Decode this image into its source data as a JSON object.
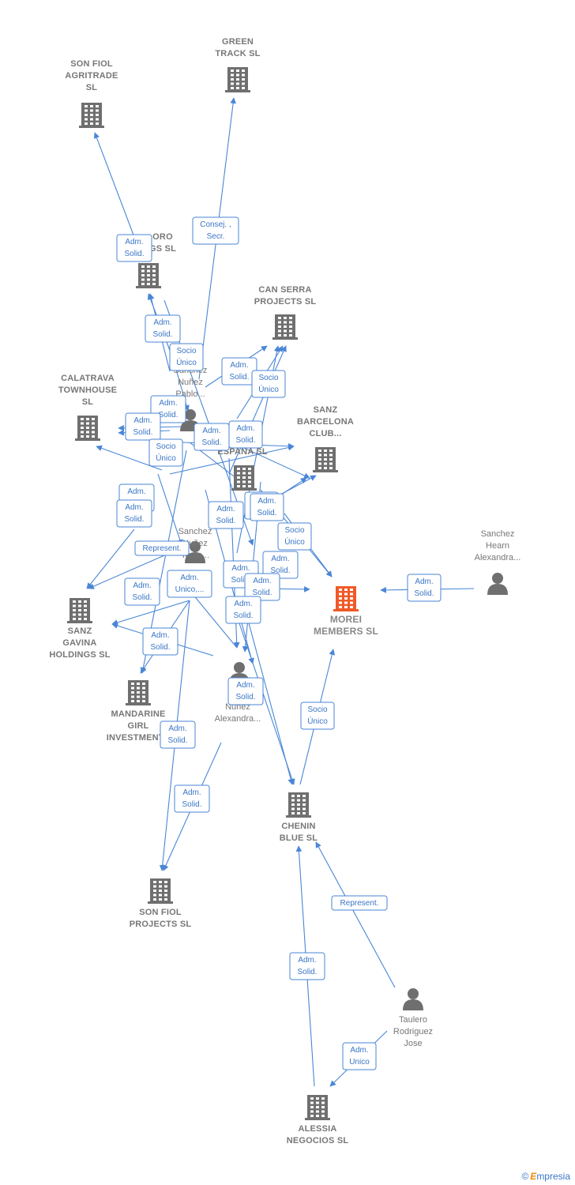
{
  "nodes": [
    {
      "id": "son_fiol_agritrade",
      "type": "company",
      "lines": [
        "SON FIOL",
        "AGRITRADE",
        "SL"
      ]
    },
    {
      "id": "green_track",
      "type": "company",
      "lines": [
        "GREEN",
        "TRACK SL"
      ]
    },
    {
      "id": "hidden_holdings",
      "type": "company",
      "lines": [
        "ORO",
        "GS SL"
      ]
    },
    {
      "id": "can_serra",
      "type": "company",
      "lines": [
        "CAN SERRA",
        "PROJECTS SL"
      ]
    },
    {
      "id": "calatrava",
      "type": "company",
      "lines": [
        "CALATRAVA",
        "TOWNHOUSE",
        "SL"
      ]
    },
    {
      "id": "sanz_barcelona",
      "type": "company",
      "lines": [
        "SANZ",
        "BARCELONA",
        "CLUB..."
      ]
    },
    {
      "id": "espana",
      "type": "company",
      "lines": [
        "ESPAÑA SL"
      ]
    },
    {
      "id": "morei",
      "type": "main",
      "lines": [
        "MOREI",
        "MEMBERS SL"
      ]
    },
    {
      "id": "sanz_gavina",
      "type": "company",
      "lines": [
        "SANZ",
        "GAVINA",
        "HOLDINGS SL"
      ]
    },
    {
      "id": "mandarine",
      "type": "company",
      "lines": [
        "MANDARINE",
        "GIRL",
        "INVESTMENTS"
      ]
    },
    {
      "id": "chenin",
      "type": "company",
      "lines": [
        "CHENIN",
        "BLUE SL"
      ]
    },
    {
      "id": "son_fiol_projects",
      "type": "company",
      "lines": [
        "SON FIOL",
        "PROJECTS SL"
      ]
    },
    {
      "id": "alessia",
      "type": "company",
      "lines": [
        "ALESSIA",
        "NEGOCIOS SL"
      ]
    },
    {
      "id": "p_pablo",
      "type": "person",
      "lines": [
        "Sanchez",
        "Nuñez",
        "Pablo..."
      ]
    },
    {
      "id": "p_terco",
      "type": "person",
      "lines": [
        "Sanchez",
        "Nuñez",
        "Terco..."
      ]
    },
    {
      "id": "p_alexandra_n",
      "type": "person",
      "lines": [
        "Sa",
        "Nuñez",
        "Alexandra..."
      ]
    },
    {
      "id": "p_alexandra_h",
      "type": "person",
      "lines": [
        "Sanchez",
        "Hearn",
        "Alexandra..."
      ]
    },
    {
      "id": "p_taulero",
      "type": "person",
      "lines": [
        "Taulero",
        "Rodriguez",
        "Jose"
      ]
    }
  ],
  "relations": [
    {
      "id": "r1",
      "lines": [
        "Adm.",
        "Solid."
      ]
    },
    {
      "id": "r2",
      "lines": [
        "Consej. ,",
        "Secr."
      ]
    },
    {
      "id": "r3",
      "lines": [
        "Adm.",
        "Solid."
      ]
    },
    {
      "id": "r4",
      "lines": [
        "Socio",
        "Único"
      ]
    },
    {
      "id": "r5",
      "lines": [
        "Adm.",
        "Solid."
      ]
    },
    {
      "id": "r6",
      "lines": [
        "Socio",
        "Único"
      ]
    },
    {
      "id": "r7",
      "lines": [
        "Adm.",
        "Solid."
      ]
    },
    {
      "id": "r8",
      "lines": [
        "Adm.",
        "Solid."
      ]
    },
    {
      "id": "r9",
      "lines": [
        "Adm.",
        "Solid."
      ]
    },
    {
      "id": "r10",
      "lines": [
        "Adm.",
        "Solid."
      ]
    },
    {
      "id": "r11",
      "lines": [
        "Socio",
        "Único"
      ]
    },
    {
      "id": "r12",
      "lines": [
        "Adm.",
        "Solid."
      ]
    },
    {
      "id": "r13",
      "lines": [
        "Adm.",
        "Solid."
      ]
    },
    {
      "id": "r14",
      "lines": [
        "Adm.",
        "Solid."
      ]
    },
    {
      "id": "r15",
      "lines": [
        "Adm.",
        "Solid."
      ]
    },
    {
      "id": "r16",
      "lines": [
        "Adm.",
        "Solid."
      ]
    },
    {
      "id": "r17",
      "lines": [
        "Represent."
      ]
    },
    {
      "id": "r18",
      "lines": [
        "Socio",
        "Único"
      ]
    },
    {
      "id": "r19",
      "lines": [
        "Adm.",
        "Solid."
      ]
    },
    {
      "id": "r20",
      "lines": [
        "Adm.",
        "Solid."
      ]
    },
    {
      "id": "r21",
      "lines": [
        "Adm.",
        "Unico,..."
      ]
    },
    {
      "id": "r22",
      "lines": [
        "Adm.",
        "Solid."
      ]
    },
    {
      "id": "r23",
      "lines": [
        "Adm.",
        "Solid."
      ]
    },
    {
      "id": "r24",
      "lines": [
        "Adm.",
        "Solid."
      ]
    },
    {
      "id": "r25",
      "lines": [
        "Adm.",
        "Solid."
      ]
    },
    {
      "id": "r26",
      "lines": [
        "Adm.",
        "Solid."
      ]
    },
    {
      "id": "r27",
      "lines": [
        "Adm.",
        "Solid."
      ]
    },
    {
      "id": "r28",
      "lines": [
        "Adm.",
        "Solid."
      ]
    },
    {
      "id": "r29",
      "lines": [
        "Socio",
        "Único"
      ]
    },
    {
      "id": "r30",
      "lines": [
        "Adm.",
        "Solid."
      ]
    },
    {
      "id": "r31",
      "lines": [
        "Represent."
      ]
    },
    {
      "id": "r32",
      "lines": [
        "Adm.",
        "Solid."
      ]
    },
    {
      "id": "r33",
      "lines": [
        "Adm.",
        "Unico"
      ]
    }
  ],
  "colors": {
    "edge": "#4a86d6",
    "node": "#6f6f6f",
    "main_node": "#f05a28",
    "label": "#777777"
  },
  "footer": {
    "copyright": "©",
    "brand_first": "E",
    "brand_rest": "mpresia"
  }
}
